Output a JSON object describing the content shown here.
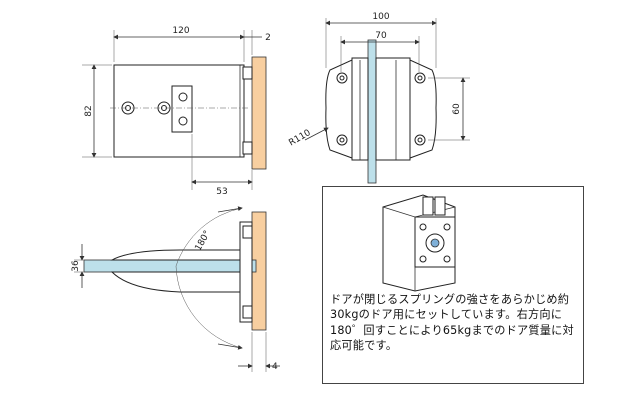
{
  "colors": {
    "wood": "#f8cfa0",
    "glass": "#bde0ea",
    "line": "#333333"
  },
  "dimensions": {
    "width_120": "120",
    "gap_2": "2",
    "height_82": "82",
    "offset_53": "53",
    "width_100": "100",
    "width_70": "70",
    "height_60": "60",
    "radius": "R110",
    "angle": "180°",
    "height_36": "36",
    "gap_4": "4"
  },
  "note": {
    "text": "ドアが閉じるスプリングの強さをあらかじめ約30kgのドア用にセットしています。右方向に180゜回すことにより65kgまでのドア質量に対応可能です。"
  }
}
